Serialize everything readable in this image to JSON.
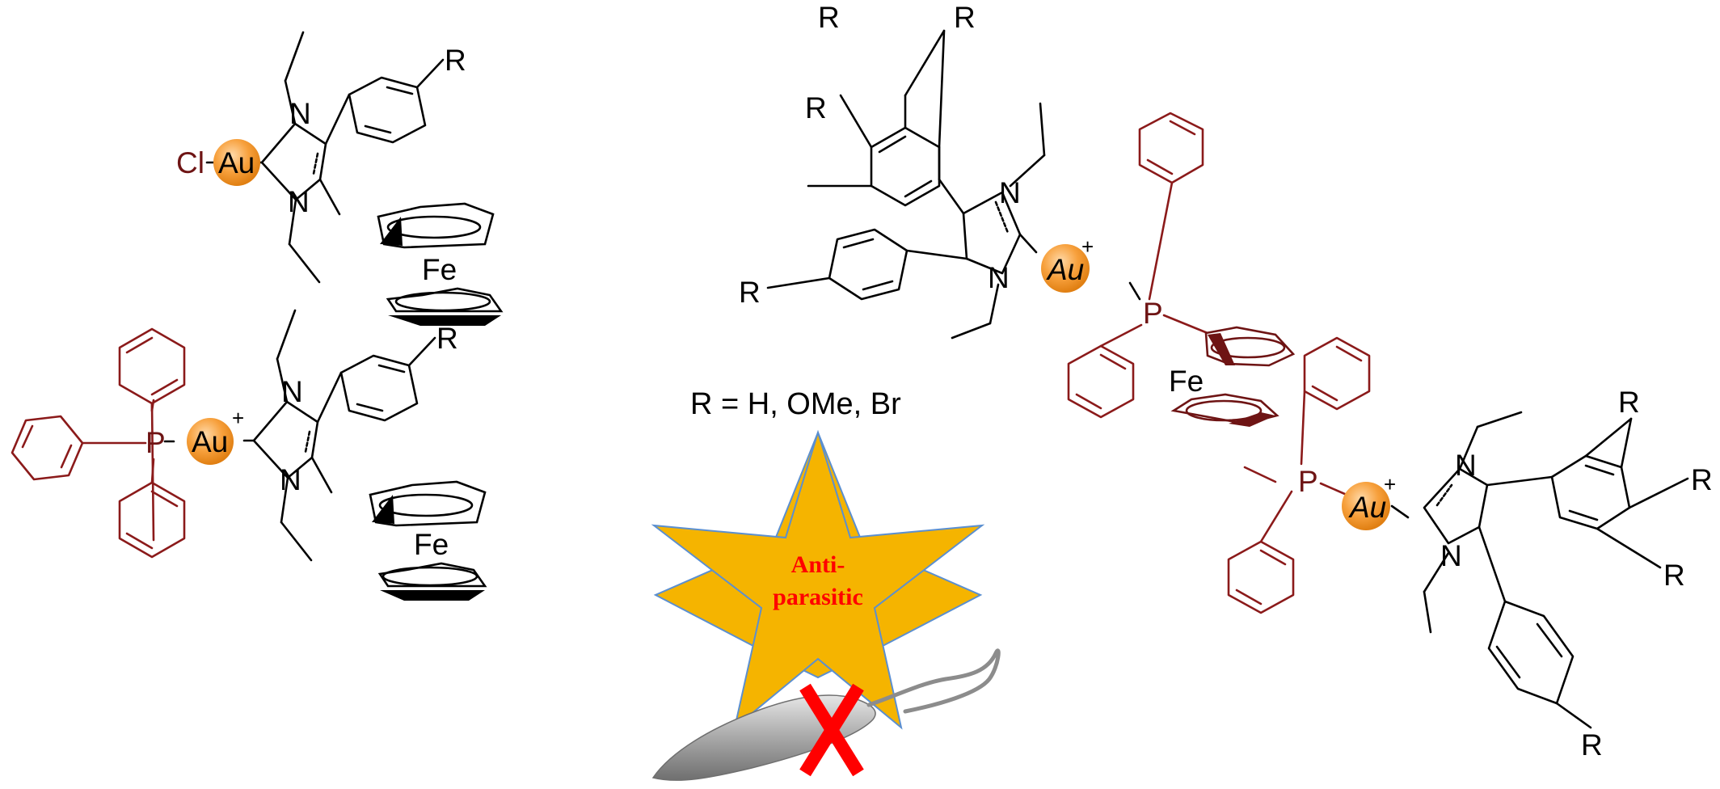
{
  "labels": {
    "r": "R",
    "cl": "Cl",
    "au": "Au",
    "plus": "+",
    "n": "N",
    "fe": "Fe",
    "p": "P",
    "r_definition": "R = H, OMe, Br",
    "star_line1": "Anti-",
    "star_line2": "parasitic"
  },
  "colors": {
    "bond_black": "#000000",
    "bond_phosphine": "#8b1a1a",
    "au_sphere": "#f7a03c",
    "star_fill": "#f5b400",
    "star_stroke": "#5b8fd0",
    "star_text": "#ff0000",
    "cross_mark": "#ff0000",
    "parasite": "#8c8c8c"
  },
  "icons": {
    "parasite": "trypanosome-parasite-icon",
    "cross": "red-x-icon",
    "star": "five-point-star-icon"
  }
}
